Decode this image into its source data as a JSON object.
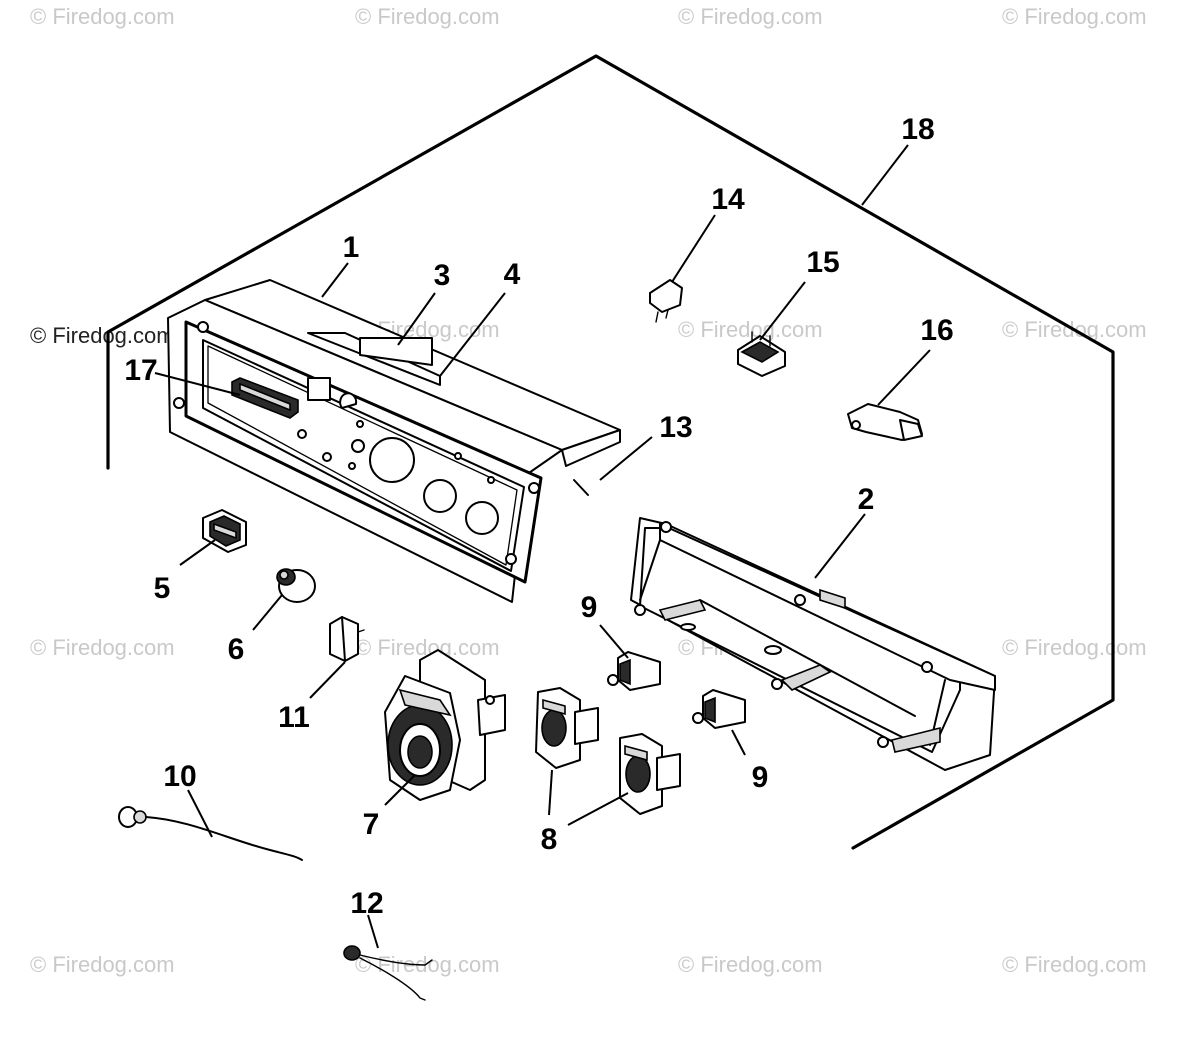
{
  "diagram": {
    "callouts": {
      "c1": "1",
      "c2": "2",
      "c3": "3",
      "c4": "4",
      "c5": "5",
      "c6": "6",
      "c7": "7",
      "c8": "8",
      "c9a": "9",
      "c9b": "9",
      "c10": "10",
      "c11": "11",
      "c12": "12",
      "c13": "13",
      "c14": "14",
      "c15": "15",
      "c16": "16",
      "c17": "17",
      "c18": "18"
    },
    "watermark": "© Firedog.com"
  }
}
